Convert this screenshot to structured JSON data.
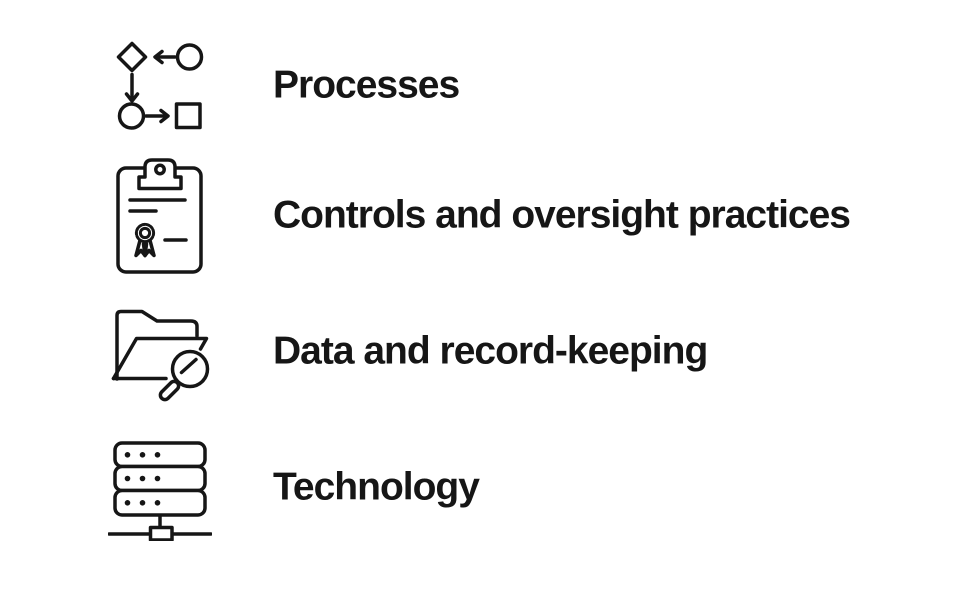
{
  "colors": {
    "background": "#ffffff",
    "text": "#161616",
    "icon_stroke": "#161616"
  },
  "items": [
    {
      "icon": "flowchart-icon",
      "label": "Processes"
    },
    {
      "icon": "certificate-clipboard-icon",
      "label": "Controls and oversight practices"
    },
    {
      "icon": "folder-search-icon",
      "label": "Data and record-keeping"
    },
    {
      "icon": "server-icon",
      "label": "Technology"
    }
  ]
}
